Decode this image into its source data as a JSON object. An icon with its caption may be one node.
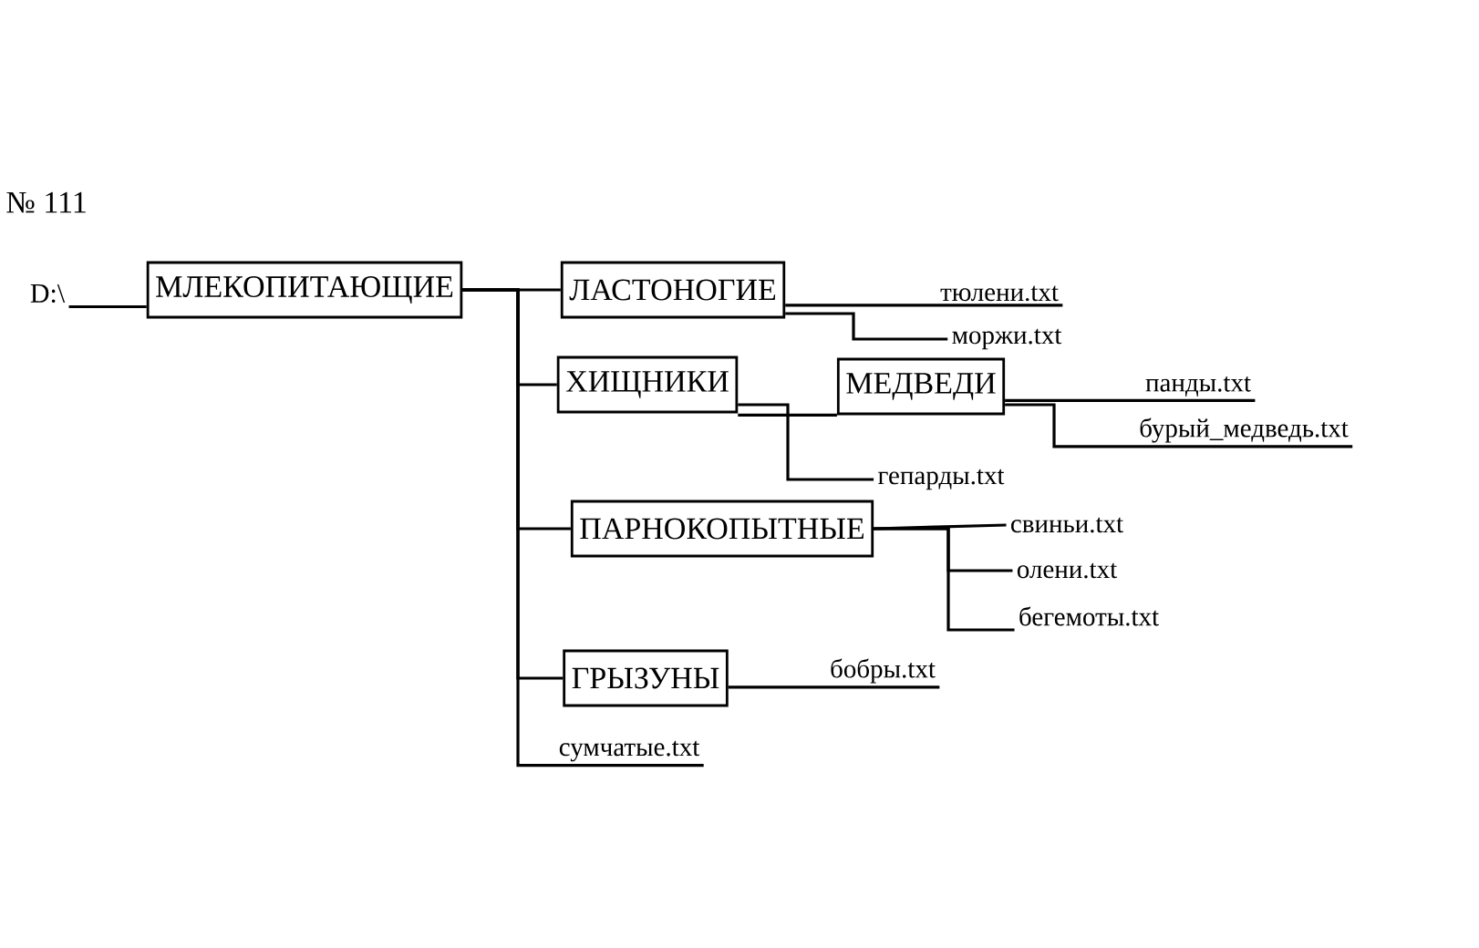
{
  "diagram": {
    "nodes": [
      {
        "text": [
          "D:\\"
        ]
      },
      {
        "text": [
          "МЛЕКОПИТАЮЩИЕ"
        ]
      },
      {
        "text": [
          "ЛАСТОНОГИЕ"
        ]
      },
      {
        "text": [
          "тюлени.txt"
        ]
      },
      {
        "text": [
          "моржи.txt"
        ]
      },
      {
        "text": [
          "ХИЩНИКИ"
        ]
      },
      {
        "text": [
          "МЕДВЕДИ"
        ]
      },
      {
        "text": [
          "панды.txt"
        ]
      },
      {
        "text": [
          "бурый_медведь.txt"
        ]
      },
      {
        "text": [
          "гепарды.txt"
        ]
      },
      {
        "text": [
          "ПАРНОКОПЫТНЫЕ"
        ]
      },
      {
        "text": [
          "свиньи.txt"
        ]
      },
      {
        "text": [
          "олени.txt"
        ]
      },
      {
        "text": [
          "бегемоты.txt"
        ]
      },
      {
        "text": [
          "ГРЫЗУНЫ"
        ]
      },
      {
        "text": [
          "бобры.txt"
        ]
      },
      {
        "text": [
          "сумчатые.txt"
        ]
      }
    ],
    "edges": [
      {
        "from": 0,
        "to": 1,
        "arrow": "none"
      },
      {
        "from": 1,
        "to": 2,
        "arrow": "none"
      },
      {
        "from": 1,
        "to": 5,
        "arrow": "none"
      },
      {
        "from": 1,
        "to": 10,
        "arrow": "none"
      },
      {
        "from": 1,
        "to": 14,
        "arrow": "none"
      },
      {
        "from": 1,
        "to": 16,
        "arrow": "none"
      },
      {
        "from": 2,
        "to": 3,
        "arrow": "none"
      },
      {
        "from": 2,
        "to": 4,
        "arrow": "none"
      },
      {
        "from": 5,
        "to": 6,
        "arrow": "none"
      },
      {
        "from": 5,
        "to": 9,
        "arrow": "none"
      },
      {
        "from": 6,
        "to": 7,
        "arrow": "none"
      },
      {
        "from": 6,
        "to": 8,
        "arrow": "none"
      },
      {
        "from": 10,
        "to": 11,
        "arrow": "none"
      },
      {
        "from": 10,
        "to": 12,
        "arrow": "none"
      },
      {
        "from": 10,
        "to": 13,
        "arrow": "none"
      },
      {
        "from": 14,
        "to": 15,
        "arrow": "none"
      }
    ],
    "labels": [
      "№ 111"
    ]
  }
}
